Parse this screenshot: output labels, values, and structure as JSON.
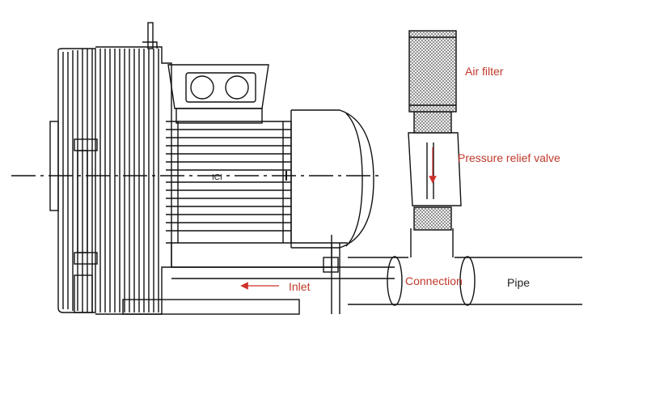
{
  "labels": {
    "air_filter": "Air filter",
    "pressure_relief_valve": "Pressure relief valve",
    "inlet": "Inlet",
    "connection": "Connection",
    "pipe": "Pipe",
    "nameplate": "ICI"
  },
  "colors": {
    "line": "#111111",
    "label_red": "#c0392b",
    "arrow_red": "#d0302a",
    "pipe_label": "#222222"
  }
}
